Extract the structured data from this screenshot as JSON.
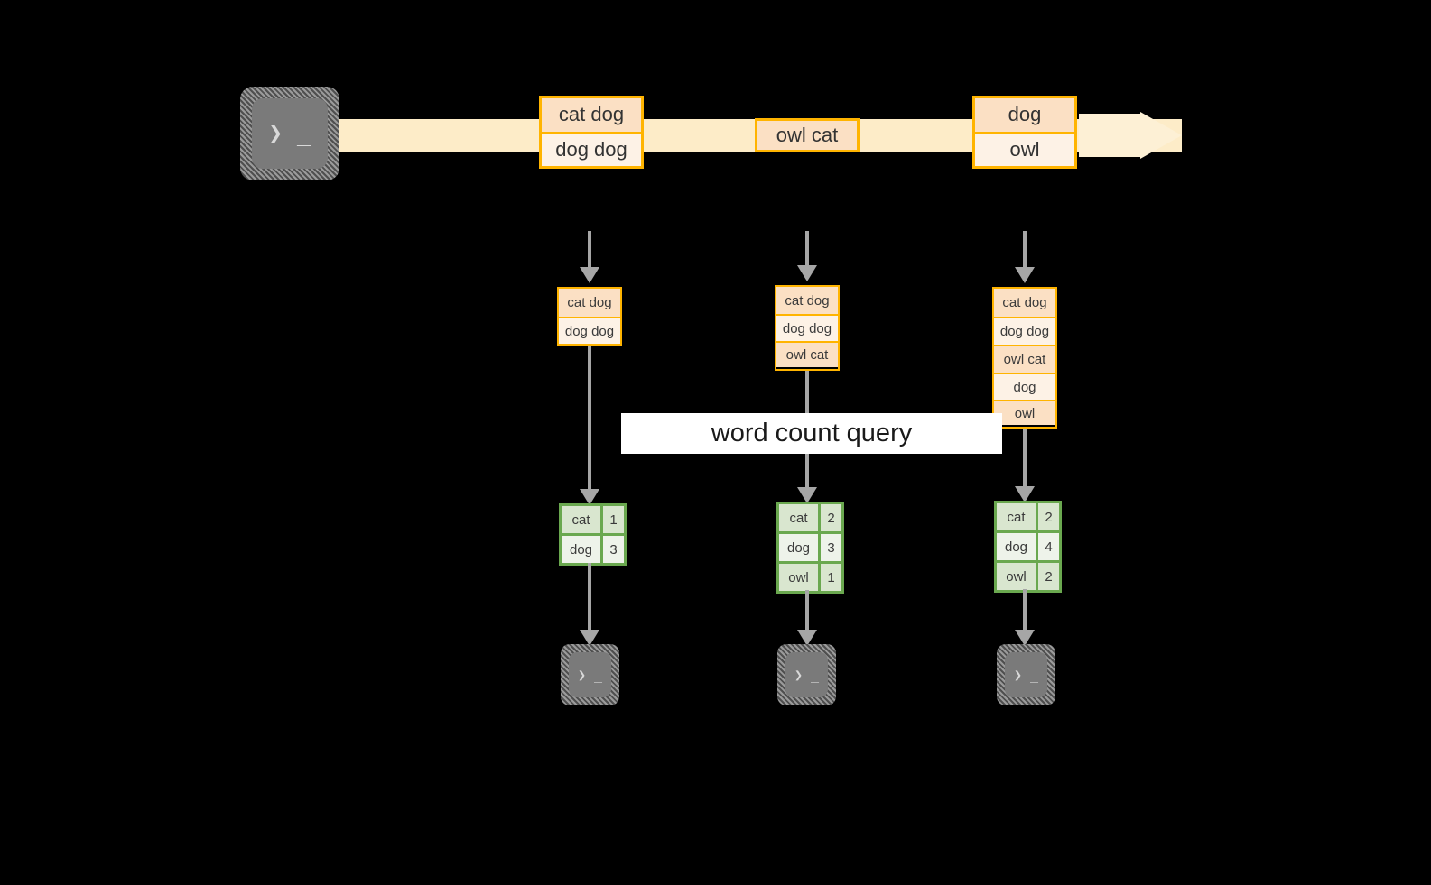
{
  "diagram": {
    "title_label": "word count query",
    "colors": {
      "background": "#000000",
      "stream_band": "#fdecc8",
      "stream_arrow_head": "#fdf0d5",
      "message_border": "#ffb400",
      "message_fill_dark": "#fbe0c4",
      "message_fill_light": "#fdf2e6",
      "result_border": "#6aa84f",
      "result_fill_dark": "#d9e6cf",
      "result_fill_light": "#eef3ea",
      "connector": "#a6a6a6",
      "terminal_fill": "#7a7a7a",
      "label_background": "#ffffff"
    },
    "source_terminal": {
      "icon": "terminal-prompt-icon",
      "glyph": "❯ _"
    },
    "stream": {
      "messages": [
        {
          "id": "m1",
          "lines": [
            "cat dog",
            "dog dog"
          ]
        },
        {
          "id": "m2",
          "lines": [
            "owl cat"
          ]
        },
        {
          "id": "m3",
          "lines": [
            "dog",
            "owl"
          ]
        }
      ]
    },
    "snapshots": [
      {
        "id": "snapshot-1",
        "buffer": [
          "cat dog",
          "dog dog"
        ],
        "result": {
          "rows": [
            {
              "word": "cat",
              "count": "1"
            },
            {
              "word": "dog",
              "count": "3"
            }
          ]
        },
        "sink_terminal": {
          "icon": "terminal-prompt-icon",
          "glyph": "❯ _"
        }
      },
      {
        "id": "snapshot-2",
        "buffer": [
          "cat dog",
          "dog dog",
          "owl cat"
        ],
        "result": {
          "rows": [
            {
              "word": "cat",
              "count": "2"
            },
            {
              "word": "dog",
              "count": "3"
            },
            {
              "word": "owl",
              "count": "1"
            }
          ]
        },
        "sink_terminal": {
          "icon": "terminal-prompt-icon",
          "glyph": "❯ _"
        }
      },
      {
        "id": "snapshot-3",
        "buffer": [
          "cat dog",
          "dog dog",
          "owl cat",
          "dog",
          "owl"
        ],
        "result": {
          "rows": [
            {
              "word": "cat",
              "count": "2"
            },
            {
              "word": "dog",
              "count": "4"
            },
            {
              "word": "owl",
              "count": "2"
            }
          ]
        },
        "sink_terminal": {
          "icon": "terminal-prompt-icon",
          "glyph": "❯ _"
        }
      }
    ]
  }
}
